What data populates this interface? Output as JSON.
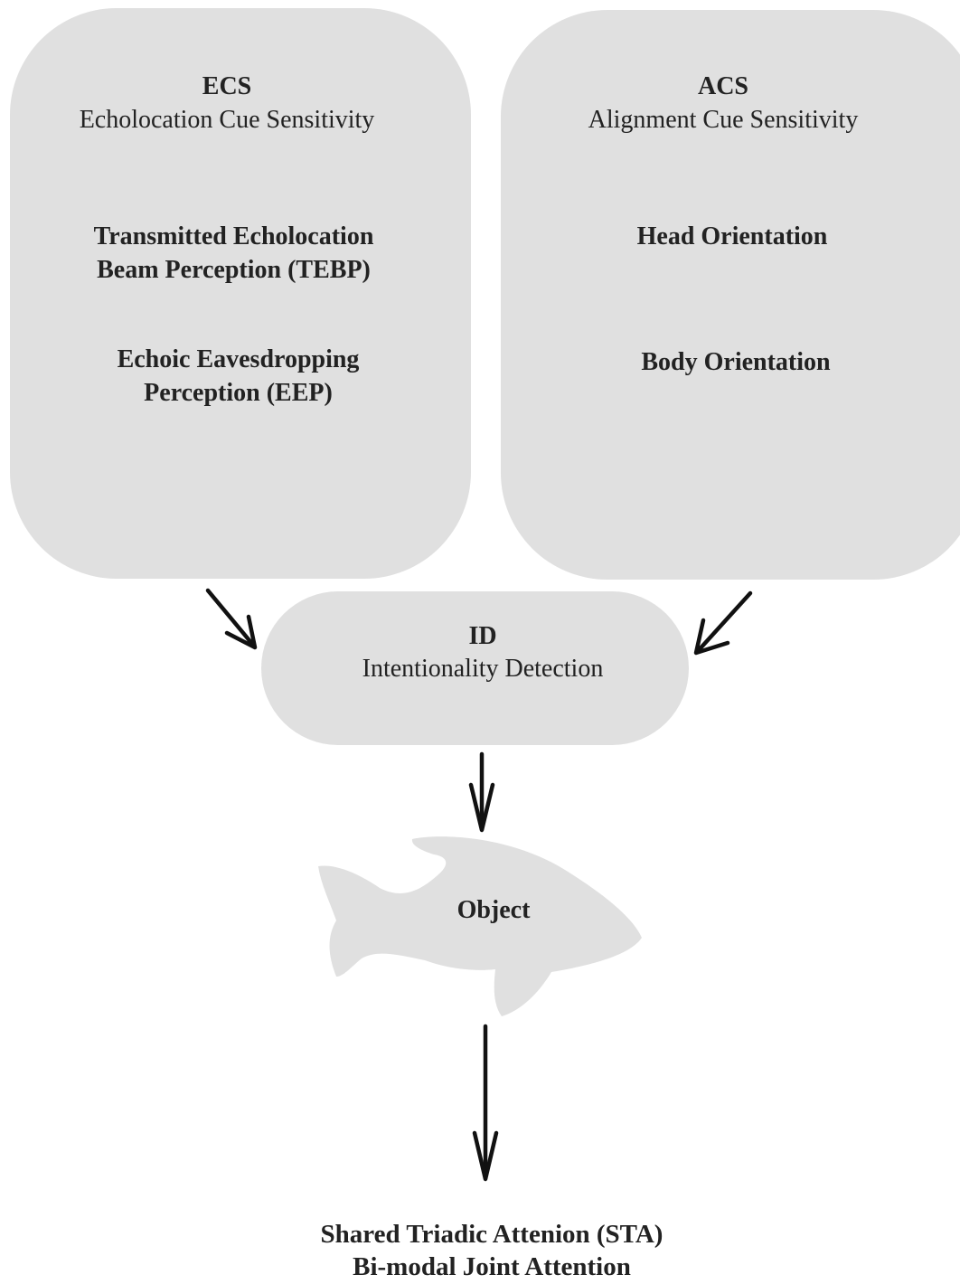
{
  "ecs": {
    "abbr": "ECS",
    "name": "Echolocation Cue Sensitivity",
    "item1_line1": "Transmitted Echolocation",
    "item1_line2": "Beam Perception (TEBP)",
    "item2_line1": "Echoic Eavesdropping",
    "item2_line2": "Perception (EEP)"
  },
  "acs": {
    "abbr": "ACS",
    "name": "Alignment Cue Sensitivity",
    "item1": "Head Orientation",
    "item2": "Body Orientation"
  },
  "id": {
    "abbr": "ID",
    "name": "Intentionality Detection"
  },
  "object": {
    "label": "Object",
    "icon": "fish-icon"
  },
  "outcome": {
    "line1": "Shared Triadic Attenion (STA)",
    "line2": "Bi-modal Joint Attention"
  },
  "colors": {
    "box_fill": "#e0e0e0",
    "arrow": "#111111",
    "text": "#222222"
  }
}
